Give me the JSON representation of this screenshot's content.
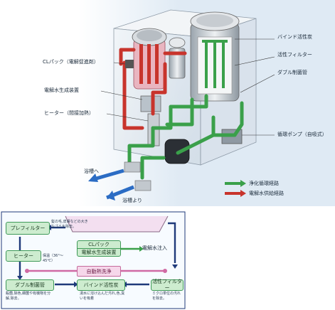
{
  "machine_labels": {
    "bind_carbon": "バインド活性炭",
    "active_filter": "活性フィルター",
    "double_sterilizer_tube": "ダブル制菌管",
    "cl_pack": "CLパック（電解促進剤）",
    "electrolyzer": "電解水生成装置",
    "heater": "ヒーター（間接加熱）",
    "circ_pump": "循環ポンプ（自吸式）",
    "to_bath": "浴槽へ",
    "from_bath": "浴槽より"
  },
  "legend": {
    "purify": "浄化循環経路",
    "electrolyzed": "電解水供給経路"
  },
  "flow": {
    "prefilter": "プレフィルター",
    "prefilter_note": "髪の毛,皮膚などの大きなゴミを除去。",
    "heater": "ヒーター",
    "heater_note": "保温（36°〜45℃）",
    "cl_pack": "CLパック",
    "electrolyzer": "電解水生成装置",
    "electrolyzed_inject": "電解水注入",
    "auto_wash": "自動熱洗浄",
    "double_tube": "ダブル制菌管",
    "double_tube_note": "殺菌,除色,細菌や有機物を分解,除去。",
    "bind_carbon": "バインド活性炭",
    "bind_carbon_note": "湯水に溶け込んだ汚れ,色,臭いを吸着",
    "active_filter": "活性フィルター",
    "active_filter_note": "ミクロ単位の汚れを除去。"
  },
  "colors": {
    "purify_green": "#3aa04a",
    "electro_red": "#c8342c",
    "frame_navy": "#1f3a7a",
    "flow_box": "#cdeccf"
  }
}
